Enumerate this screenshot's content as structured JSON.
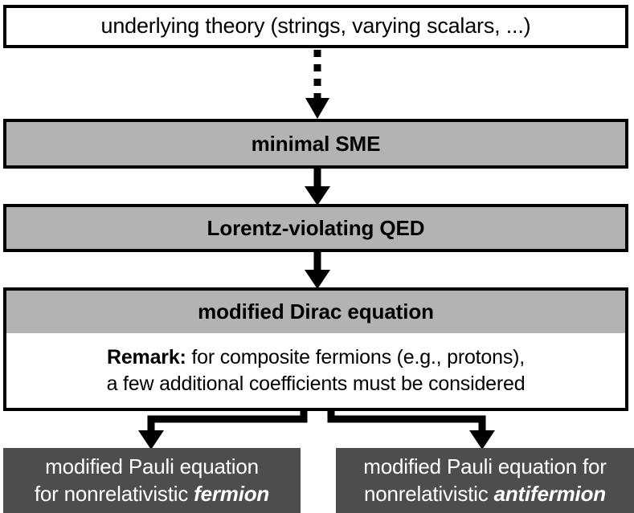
{
  "diagram": {
    "title": "Lorentz-violation theory hierarchy flowchart",
    "colors": {
      "stage_fill": "#b3b3b3",
      "terminal_fill": "#4d4d4d",
      "outline": "#000000",
      "page": "#ffffff",
      "terminal_text": "#ffffff"
    },
    "nodes": {
      "underlying_theory": {
        "label": "underlying theory (strings, varying scalars, ...)",
        "style": "outlined-white"
      },
      "minimal_sme": {
        "label": "minimal SME",
        "style": "gray-filled"
      },
      "lv_qed": {
        "label": "Lorentz-violating QED",
        "style": "gray-filled"
      },
      "modified_dirac": {
        "label": "modified Dirac equation",
        "style": "gray-header",
        "remark_lead": "Remark:",
        "remark_line1": " for composite fermions (e.g., protons),",
        "remark_line2": "a few additional coefficients must be considered"
      },
      "pauli_fermion": {
        "line1": "modified Pauli equation",
        "line2_prefix": "for nonrelativistic ",
        "line2_emphasis": "fermion",
        "style": "dark-filled"
      },
      "pauli_antifermion": {
        "line1": "modified Pauli equation for",
        "line2_prefix": "nonrelativistic ",
        "line2_emphasis": "antifermion",
        "style": "dark-filled"
      }
    },
    "connectors": [
      {
        "name": "theory-to-sme",
        "from": "underlying_theory",
        "to": "minimal_sme",
        "line": "dashed",
        "arrow": "down"
      },
      {
        "name": "sme-to-qed",
        "from": "minimal_sme",
        "to": "lv_qed",
        "line": "solid",
        "arrow": "down"
      },
      {
        "name": "qed-to-dirac",
        "from": "lv_qed",
        "to": "modified_dirac",
        "line": "solid",
        "arrow": "down"
      },
      {
        "name": "dirac-to-fermion",
        "from": "modified_dirac",
        "to": "pauli_fermion",
        "line": "solid-elbow-left",
        "arrow": "down"
      },
      {
        "name": "dirac-to-antifermion",
        "from": "modified_dirac",
        "to": "pauli_antifermion",
        "line": "solid-elbow-right",
        "arrow": "down"
      }
    ]
  }
}
